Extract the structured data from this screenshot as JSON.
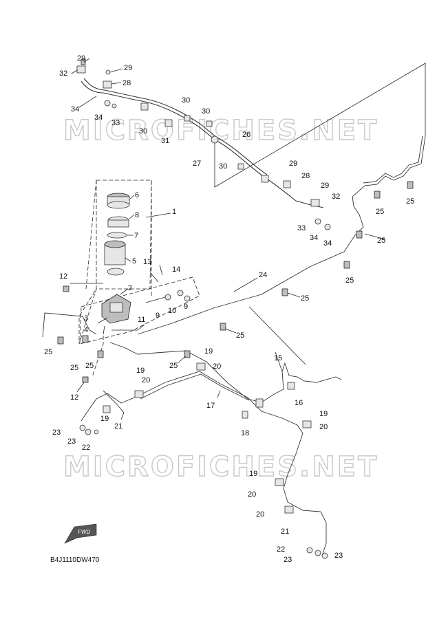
{
  "diagram_code": "B4J1110DW470",
  "watermark_text": "MICROFICHES.NET",
  "fwd_label": "FWD",
  "callouts": {
    "c1": "1",
    "c2": "2",
    "c3": "3",
    "c4": "4",
    "c5": "5",
    "c6": "6",
    "c7": "7",
    "c8": "8",
    "c9a": "9",
    "c9b": "9",
    "c10": "10",
    "c11": "11",
    "c12a": "12",
    "c12b": "12",
    "c13": "13",
    "c14": "14",
    "c15": "15",
    "c16": "16",
    "c17": "17",
    "c18": "18",
    "c19a": "19",
    "c19b": "19",
    "c19c": "19",
    "c19d": "19",
    "c19e": "19",
    "c20a": "20",
    "c20b": "20",
    "c20c": "20",
    "c20d": "20",
    "c20e": "20",
    "c21a": "21",
    "c21b": "21",
    "c22a": "22",
    "c22b": "22",
    "c23a": "23",
    "c23b": "23",
    "c23c": "23",
    "c23d": "23",
    "c24": "24",
    "c25a": "25",
    "c25b": "25",
    "c25c": "25",
    "c25d": "25",
    "c25e": "25",
    "c25f": "25",
    "c25g": "25",
    "c25h": "25",
    "c25i": "25",
    "c25j": "25",
    "c26": "26",
    "c27": "27",
    "c28a": "28",
    "c28b": "28",
    "c29a": "29",
    "c29b": "29",
    "c29c": "29",
    "c29d": "29",
    "c30a": "30",
    "c30b": "30",
    "c30c": "30",
    "c30d": "30",
    "c31": "31",
    "c32a": "32",
    "c32b": "32",
    "c33a": "33",
    "c33b": "33",
    "c34a": "34",
    "c34b": "34",
    "c34c": "34",
    "c34d": "34"
  }
}
